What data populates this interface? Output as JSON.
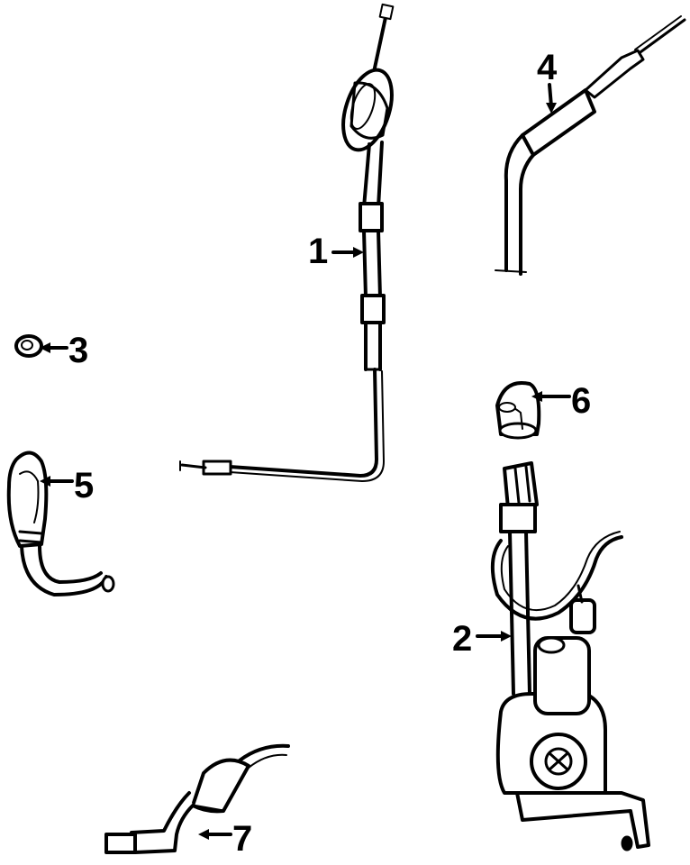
{
  "diagram": {
    "callouts": [
      {
        "id": "1",
        "label": "1"
      },
      {
        "id": "2",
        "label": "2"
      },
      {
        "id": "3",
        "label": "3"
      },
      {
        "id": "4",
        "label": "4"
      },
      {
        "id": "5",
        "label": "5"
      },
      {
        "id": "6",
        "label": "6"
      },
      {
        "id": "7",
        "label": "7"
      }
    ],
    "colors": {
      "ink": "#000000",
      "background": "#ffffff"
    }
  }
}
